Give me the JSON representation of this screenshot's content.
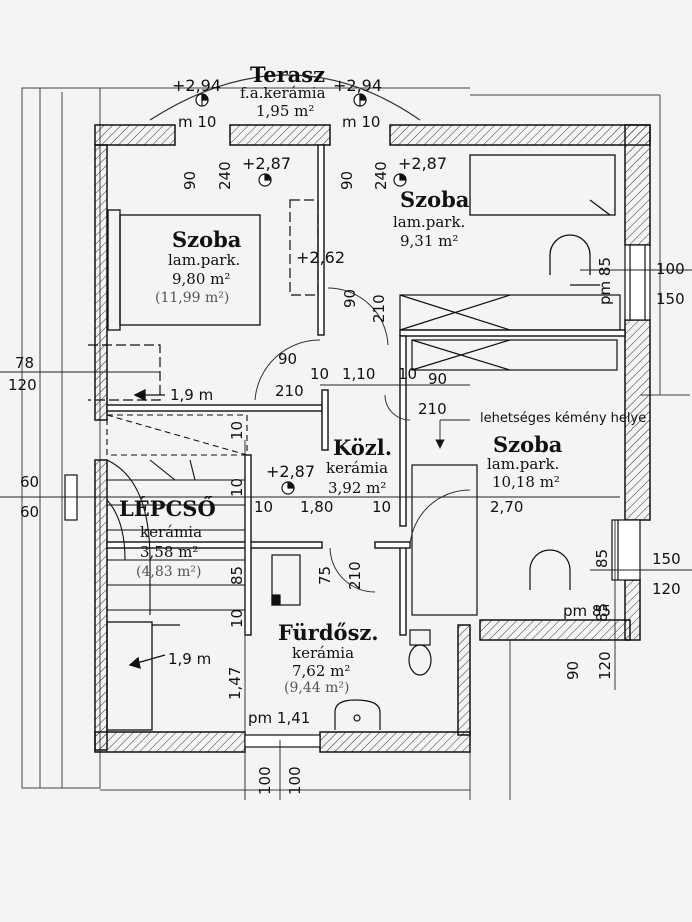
{
  "rooms": {
    "terrace": {
      "name": "Terasz",
      "floor": "f.a.kerámia",
      "area": "1,95 m²"
    },
    "room1": {
      "name": "Szoba",
      "floor": "lam.park.",
      "area": "9,80 m²",
      "area_alt": "(11,99 m²)"
    },
    "room2": {
      "name": "Szoba",
      "floor": "lam.park.",
      "area": "9,31 m²"
    },
    "room3": {
      "name": "Szoba",
      "floor": "lam.park.",
      "area": "10,18 m²"
    },
    "hall": {
      "name": "Közl.",
      "floor": "kerámia",
      "area": "3,92 m²"
    },
    "stair": {
      "name": "LÉPCSŐ",
      "floor": "kerámia",
      "area": "3,58 m²",
      "area_alt": "(4,83 m²)"
    },
    "bath": {
      "name": "Fürdősz.",
      "floor": "kerámia",
      "area": "7,62 m²",
      "area_alt": "(9,44 m²)"
    }
  },
  "levels": {
    "l1": "+2,94",
    "l2": "+2,94",
    "l3": "+2,87",
    "l4": "+2,87",
    "l5": "+2,87",
    "l6": "+2,62"
  },
  "notes": {
    "chimney": "lehetséges kémény helye",
    "h1": "1,9 m",
    "h2": "1,9 m",
    "pm85a": "pm 85",
    "pm85b": "pm 85",
    "pm141": "pm 1,41"
  },
  "dims": {
    "m10a": "m 10",
    "m10b": "m 10",
    "d90a": "90",
    "d240a": "240",
    "d90b": "90",
    "d240b": "240",
    "d90c": "90",
    "d210c": "210",
    "d90d": "90",
    "d210d": "210",
    "d10a": "10",
    "d110": "1,10",
    "d10b": "10",
    "d90e": "90",
    "d210e": "210",
    "d78": "78",
    "d120a": "120",
    "d60a": "60",
    "d60b": "60",
    "d10c": "10",
    "d10d": "10",
    "d10e": "10",
    "d180": "1,80",
    "d10f": "10",
    "d270": "2,70",
    "d85a": "85",
    "d10g": "10",
    "d75": "75",
    "d210f": "210",
    "d147": "1,47",
    "d100a": "100",
    "d100b": "100",
    "d85b": "85",
    "d100c": "100",
    "d150a": "150",
    "d85c": "85",
    "d150b": "150",
    "d120b": "120",
    "d90f": "90",
    "d120c": "120"
  }
}
